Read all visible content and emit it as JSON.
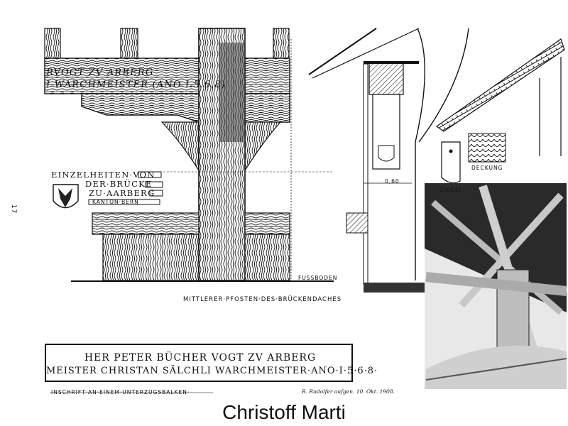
{
  "beam_inscription": {
    "line1": "RVOGT ZV ARBERG",
    "line2": "I WARCHMEISTER (ANO I.5.6.8)"
  },
  "title_block": {
    "line1": "EINZELHEITEN·VON",
    "line2": "DER·BRÜCKE",
    "line3": "ZU·AARBERG",
    "line4": "KANTON·BERN"
  },
  "labels": {
    "fussboden": "FUSSBODEN",
    "post_caption": "MITTLERER·PFOSTEN·DES·BRÜCKENDACHES",
    "ziegel": "ZIEGEL",
    "deckung": "DECKUNG",
    "width_dim": "0,60",
    "left_margin": "17"
  },
  "inscription": {
    "line1": "HER PETER BÜCHER VOGT ZV ARBERG",
    "line2": "MEISTER CHRISTAN SÄLCHLI WARCHMEISTER·ANO·I·5·6·8·",
    "caption": "INSCHRIFT·AN·EINEM·UNTERZUGSBALKEN·",
    "signature": "R. Rudolfer aufgen. 10. Okt. 1908."
  },
  "slide_caption": "Christoff Marti",
  "colors": {
    "ink": "#111111",
    "paper": "#ffffff",
    "shade": "#4a4a4a"
  }
}
